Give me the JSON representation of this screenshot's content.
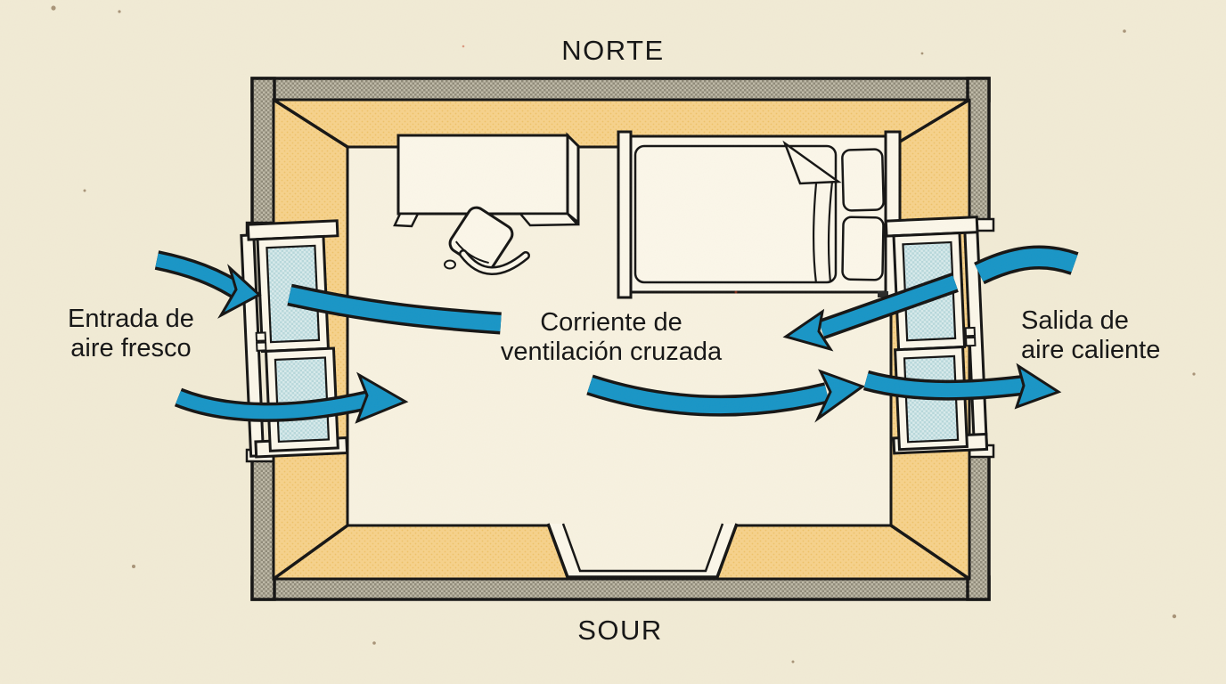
{
  "labels": {
    "north": "NORTE",
    "south": "SOUR",
    "fresh_air_in": {
      "line1": "Entrada de",
      "line2": "aire fresco"
    },
    "hot_air_out": {
      "line1": "Salida de",
      "line2": "aire caliente"
    },
    "cross_flow": {
      "line1": "Corriente de",
      "line2": "ventilación cruzada"
    }
  },
  "colors": {
    "paper_cream": "#f1ebd6",
    "floor_cream": "#f7f2e1",
    "wall_inner_orange": "#f6d28c",
    "wall_hatch_gray": "#beb9a8",
    "glass_blue": "#d8ebed",
    "arrow_blue": "#1795c7",
    "outline_black": "#141414",
    "text_black": "#181818"
  },
  "diagram": {
    "type": "floor-plan",
    "subject": "cross-ventilation airflow through a bedroom",
    "furniture": [
      "desk",
      "desk-chair",
      "single-bed",
      "two-pillows",
      "folded-sheet"
    ],
    "openings": [
      "west-double-hung-window",
      "east-double-hung-window",
      "south-door-recess"
    ],
    "airflow_arrows": [
      "into-west-window-upper",
      "from-west-window-into-room",
      "through-west-window-lower-into-room",
      "across-room-toward-east-window",
      "curl-back-from-east-window",
      "out-of-east-window-upper",
      "out-of-east-window-lower"
    ]
  }
}
